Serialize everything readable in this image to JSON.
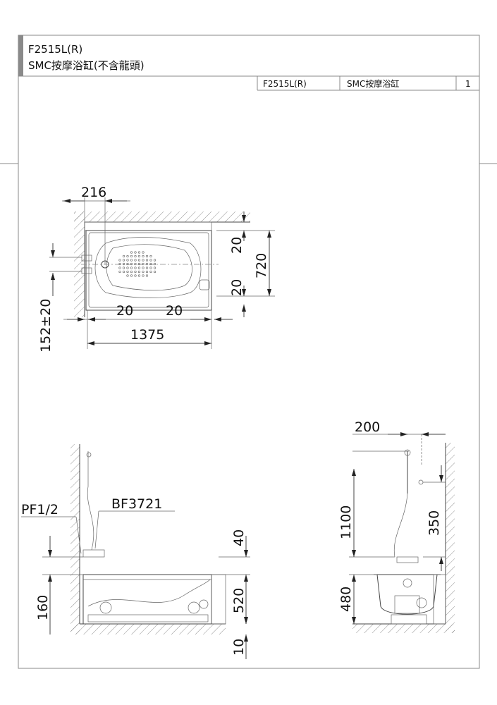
{
  "header": {
    "model": "F2515L(R)",
    "title": "SMC按摩浴缸(不含龍頭)"
  },
  "title_block": {
    "model": "F2515L(R)",
    "name": "SMC按摩浴缸",
    "sheet": "1"
  },
  "top_view": {
    "dim_faucet_offset": "216",
    "dim_margin_top": "20",
    "dim_margin_bottom": "20",
    "dim_width": "720",
    "dim_margin_left": "20",
    "dim_margin_right": "20",
    "dim_length": "1375",
    "dim_inlet_spacing": "152±20"
  },
  "front_view": {
    "label_inlet": "PF1/2",
    "label_faucet": "BF3721",
    "dim_faucet_above_rim": "40",
    "dim_tub_height": "520",
    "dim_floor": "10",
    "dim_inlet_height": "160"
  },
  "side_view": {
    "dim_offset": "200",
    "dim_shower_height": "1100",
    "dim_bracket": "350",
    "dim_rim_height": "480"
  },
  "colors": {
    "line": "#444444",
    "frame": "#888888",
    "accent_bar": "#8a8a8a"
  }
}
